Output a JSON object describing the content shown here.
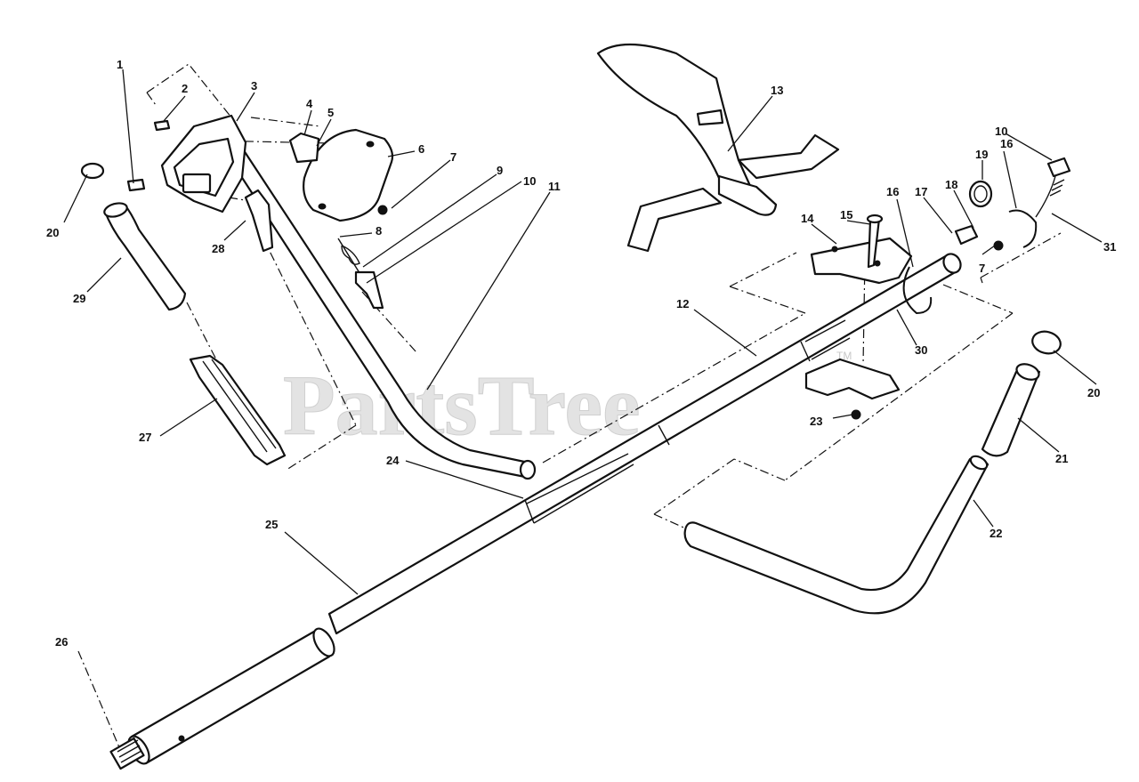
{
  "watermark": {
    "text": "PartsTree",
    "tm": "TM"
  },
  "callouts": [
    {
      "id": "c1",
      "text": "1"
    },
    {
      "id": "c2",
      "text": "2"
    },
    {
      "id": "c3",
      "text": "3"
    },
    {
      "id": "c4",
      "text": "4"
    },
    {
      "id": "c5",
      "text": "5"
    },
    {
      "id": "c6",
      "text": "6"
    },
    {
      "id": "c7a",
      "text": "7"
    },
    {
      "id": "c8",
      "text": "8"
    },
    {
      "id": "c9",
      "text": "9"
    },
    {
      "id": "c10a",
      "text": "10"
    },
    {
      "id": "c11",
      "text": "11"
    },
    {
      "id": "c12",
      "text": "12"
    },
    {
      "id": "c13",
      "text": "13"
    },
    {
      "id": "c14",
      "text": "14"
    },
    {
      "id": "c15",
      "text": "15"
    },
    {
      "id": "c16a",
      "text": "16"
    },
    {
      "id": "c16b",
      "text": "16"
    },
    {
      "id": "c17",
      "text": "17"
    },
    {
      "id": "c18",
      "text": "18"
    },
    {
      "id": "c19",
      "text": "19"
    },
    {
      "id": "c10b",
      "text": "10"
    },
    {
      "id": "c31",
      "text": "31"
    },
    {
      "id": "c7b",
      "text": "7"
    },
    {
      "id": "c20a",
      "text": "20"
    },
    {
      "id": "c29",
      "text": "29"
    },
    {
      "id": "c28",
      "text": "28"
    },
    {
      "id": "c27",
      "text": "27"
    },
    {
      "id": "c24",
      "text": "24"
    },
    {
      "id": "c25",
      "text": "25"
    },
    {
      "id": "c26",
      "text": "26"
    },
    {
      "id": "c30",
      "text": "30"
    },
    {
      "id": "c23",
      "text": "23"
    },
    {
      "id": "c20b",
      "text": "20"
    },
    {
      "id": "c21",
      "text": "21"
    },
    {
      "id": "c22",
      "text": "22"
    }
  ]
}
